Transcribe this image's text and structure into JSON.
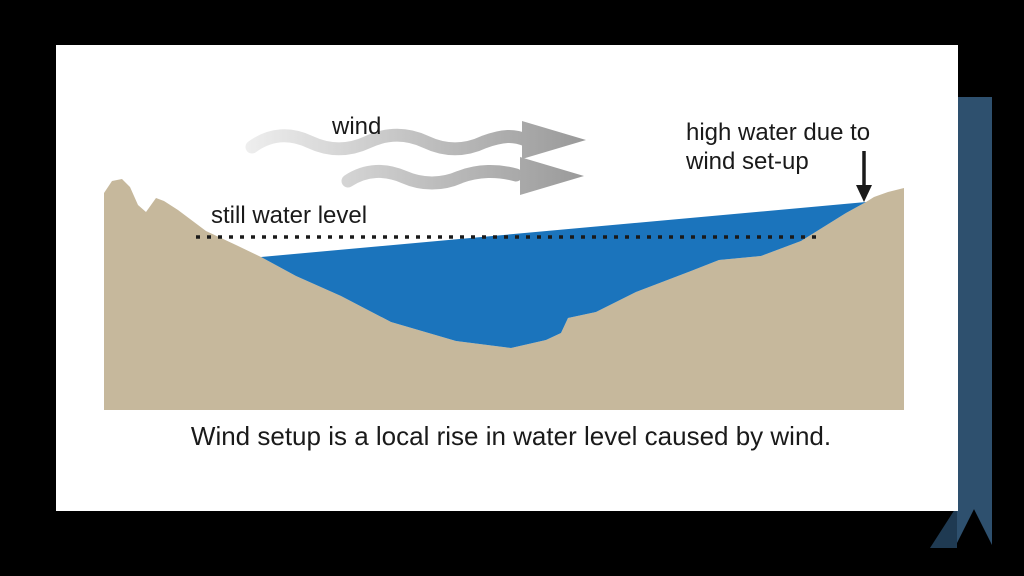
{
  "page": {
    "background": "#000000"
  },
  "card": {
    "background": "#ffffff"
  },
  "ribbon": {
    "color": "#2e506e",
    "fold_color": "#1f3a52"
  },
  "diagram": {
    "labels": {
      "wind": "wind",
      "still_water": "still water level",
      "high_water_line1": "high water due to",
      "high_water_line2": "wind set-up"
    },
    "caption": "Wind setup is a local rise in water level caused by wind.",
    "colors": {
      "land": "#c6b89c",
      "water": "#1b74bc",
      "ink": "#1a1a1a",
      "arrow_light": "#eeeeee",
      "arrow_mid": "#bdbdbd",
      "arrow_dark": "#999999"
    }
  }
}
